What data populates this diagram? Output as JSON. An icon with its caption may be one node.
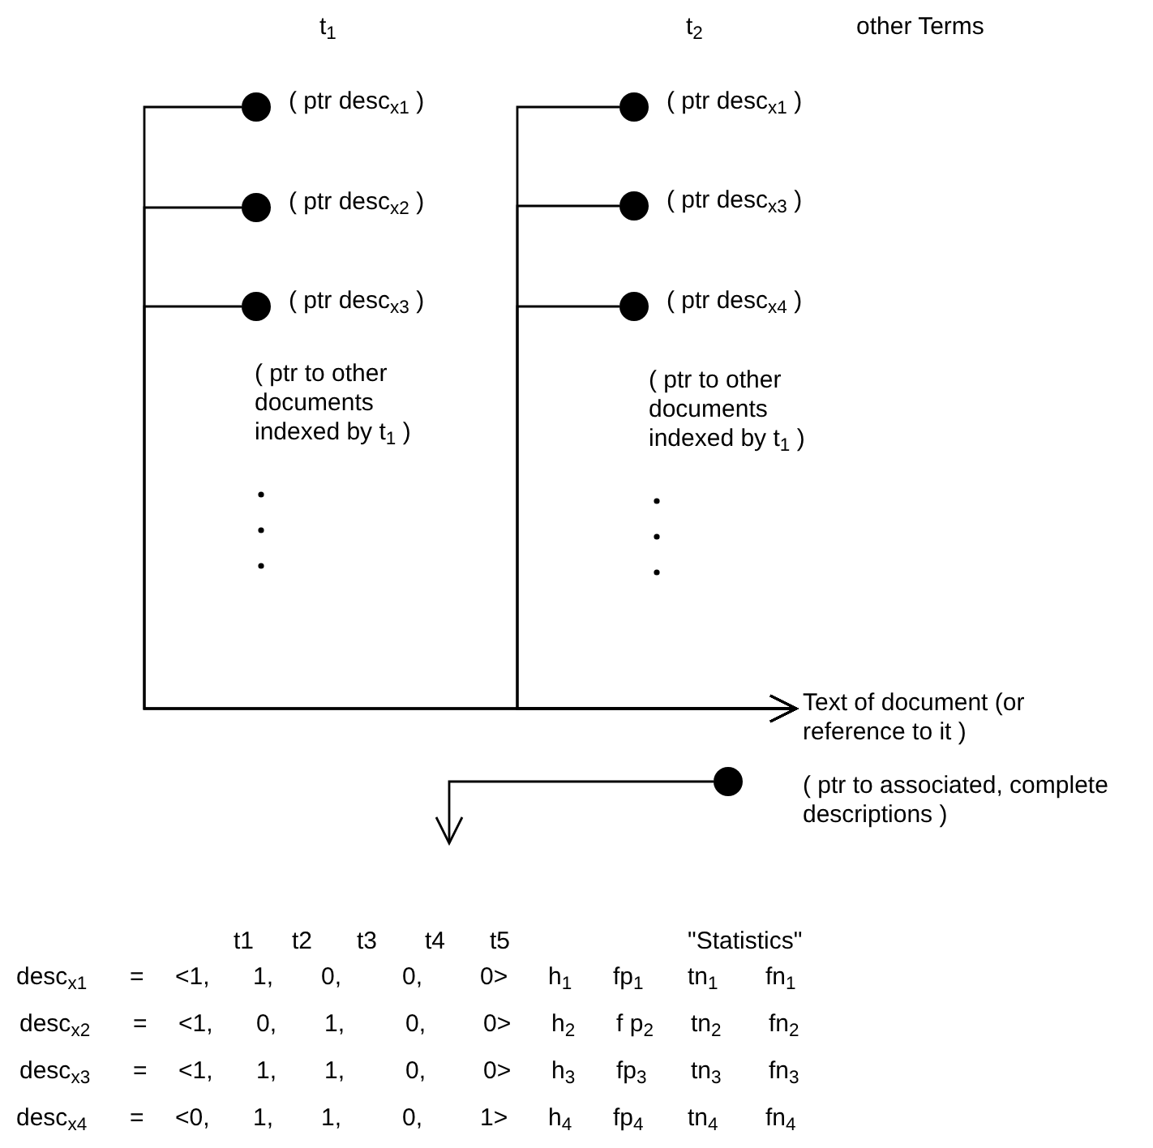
{
  "diagram": {
    "nodes": [
      {
        "text": [],
        "shape": "circle",
        "beside": [
          "( ptr desc$_{x1}$ )"
        ]
      },
      {
        "text": [],
        "shape": "circle",
        "beside": [
          "( ptr desc$_{x2}$ )"
        ]
      },
      {
        "text": [],
        "shape": "circle",
        "beside": [
          "( ptr desc$_{x3}$ )"
        ]
      },
      {
        "text": [],
        "shape": "circle",
        "beside": [
          "( ptr desc$_{x1}$ )"
        ]
      },
      {
        "text": [],
        "shape": "circle",
        "beside": [
          "( ptr desc$_{x3}$ )"
        ]
      },
      {
        "text": [],
        "shape": "circle",
        "beside": [
          "( ptr desc$_{x4}$ )"
        ]
      },
      {
        "text": [
          "Text of document (or reference to it )"
        ]
      },
      {
        "text": [],
        "shape": "circle"
      }
    ],
    "edges": [
      {
        "from": 0,
        "to": 6,
        "arrow": "to"
      },
      {
        "from": 1,
        "to": 6,
        "arrow": "to"
      },
      {
        "from": 2,
        "to": 6,
        "arrow": "to"
      },
      {
        "from": 3,
        "to": 6,
        "arrow": "to"
      },
      {
        "from": 4,
        "to": 6,
        "arrow": "to"
      },
      {
        "from": 5,
        "to": 6,
        "arrow": "to"
      },
      {
        "from": 7,
        "to": null,
        "arrow": "to"
      }
    ],
    "labels": [
      "t$_{1}$",
      "t$_{2}$",
      "other Terms",
      "( ptr to other documents indexed by t$_{1}$ )",
      "( ptr to other documents indexed by t$_{1}$ )",
      "( ptr to associated, complete descriptions )",
      "t1",
      "t2",
      "t3",
      "t4",
      "t5",
      "\"Statistics\"",
      "desc$_{x1}$",
      "=",
      "<1,",
      "1,",
      "0,",
      "0,",
      "0>",
      "h$_{1}$",
      "fp$_{1}$",
      "tn$_{1}$",
      "fn$_{1}$",
      "desc$_{x2}$",
      "=",
      "<1,",
      "0,",
      "1,",
      "0,",
      "0>",
      "h$_{2}$",
      "f p$_{2}$",
      "tn$_{2}$",
      "fn$_{2}$",
      "desc$_{x3}$",
      "=",
      "<1,",
      "1,",
      "1,",
      "0,",
      "0>",
      "h$_{3}$",
      "fp$_{3}$",
      "tn$_{3}$",
      "fn$_{3}$",
      "desc$_{x4}$",
      "=",
      "<0,",
      "1,",
      "1,",
      "0,",
      "1>",
      "h$_{4}$",
      "fp$_{4}$",
      "tn$_{4}$",
      "fn$_{4}$"
    ]
  }
}
